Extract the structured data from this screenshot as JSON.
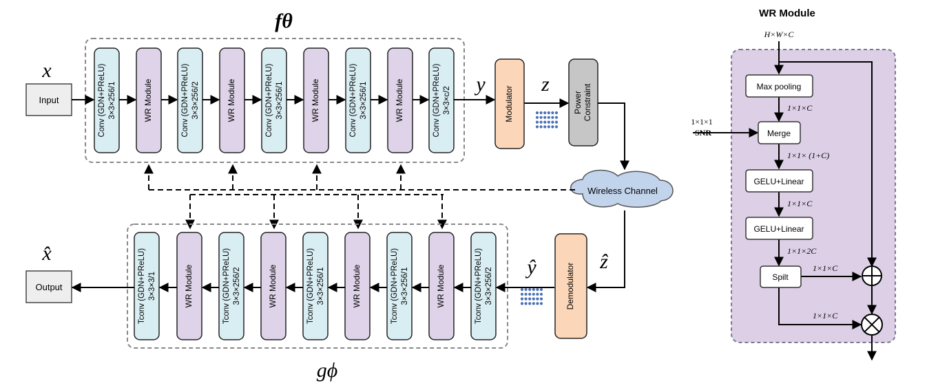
{
  "encoder": {
    "symbol": "fθ",
    "input_var": "x",
    "input_label": "Input",
    "blocks": [
      {
        "type": "conv",
        "line1": "Conv (GDN+PReLU)",
        "line2": "3×3×256/1"
      },
      {
        "type": "wr",
        "line1": "WR Module"
      },
      {
        "type": "conv",
        "line1": "Conv (GDN+PReLU)",
        "line2": "3×3×256/2"
      },
      {
        "type": "wr",
        "line1": "WR Module"
      },
      {
        "type": "conv",
        "line1": "Conv (GDN+PReLU)",
        "line2": "3×3×256/1"
      },
      {
        "type": "wr",
        "line1": "WR Module"
      },
      {
        "type": "conv",
        "line1": "Conv (GDN+PReLU)",
        "line2": "3×3×256/1"
      },
      {
        "type": "wr",
        "line1": "WR Module"
      },
      {
        "type": "conv",
        "line1": "Conv (GDN+PReLU)",
        "line2": "3×3×c/2"
      }
    ],
    "y_var": "y",
    "modulator_label": "Modulator",
    "z_var": "z",
    "power_label_1": "Power",
    "power_label_2": "Constraint"
  },
  "channel_label": "Wireless Channel",
  "decoder": {
    "symbol": "gϕ",
    "output_var": "x̂",
    "output_label": "Output",
    "blocks": [
      {
        "type": "conv",
        "line1": "Tconv (GDN+PReLU)",
        "line2": "3×3×3/1"
      },
      {
        "type": "wr",
        "line1": "WR Module"
      },
      {
        "type": "conv",
        "line1": "Tconv (GDN+PReLU)",
        "line2": "3×3×256/2"
      },
      {
        "type": "wr",
        "line1": "WR Module"
      },
      {
        "type": "conv",
        "line1": "Tconv (GDN+PReLU)",
        "line2": "3×3×256/1"
      },
      {
        "type": "wr",
        "line1": "WR Module"
      },
      {
        "type": "conv",
        "line1": "Tconv (GDN+PReLU)",
        "line2": "3×3×256/1"
      },
      {
        "type": "wr",
        "line1": "WR Module"
      },
      {
        "type": "conv",
        "line1": "Tconv (GDN+PReLU)",
        "line2": "3×3×256/2"
      }
    ],
    "yhat_var": "ŷ",
    "demodulator_label": "Demodulator",
    "zhat_var": "ẑ"
  },
  "wr_module": {
    "title": "WR Module",
    "input_dims": "H×W×C",
    "snr_dims": "1×1×1",
    "snr_label": "SNR",
    "steps": [
      "Max pooling",
      "Merge",
      "GELU+Linear",
      "GELU+Linear",
      "Spilt"
    ],
    "dims_after_pool": "1×1×C",
    "dims_after_merge": "1×1× (1+C)",
    "dims_after_gelu1": "1×1×C",
    "dims_after_gelu2": "1×1×2C",
    "dims_split_top": "1×1×C",
    "dims_split_bottom": "1×1×C",
    "add_symbol": "⊕",
    "mul_symbol": "⊗"
  },
  "colors": {
    "conv_fill": "#d9eef3",
    "wr_fill": "#ded3e8",
    "mod_fill": "#fbd6b8",
    "power_fill": "#c6c6c6",
    "io_fill": "#eeeeee",
    "cloud_fill": "#c2d3ec",
    "wr_panel_fill": "#dccfe6",
    "dot_color": "#4a6fb5"
  }
}
